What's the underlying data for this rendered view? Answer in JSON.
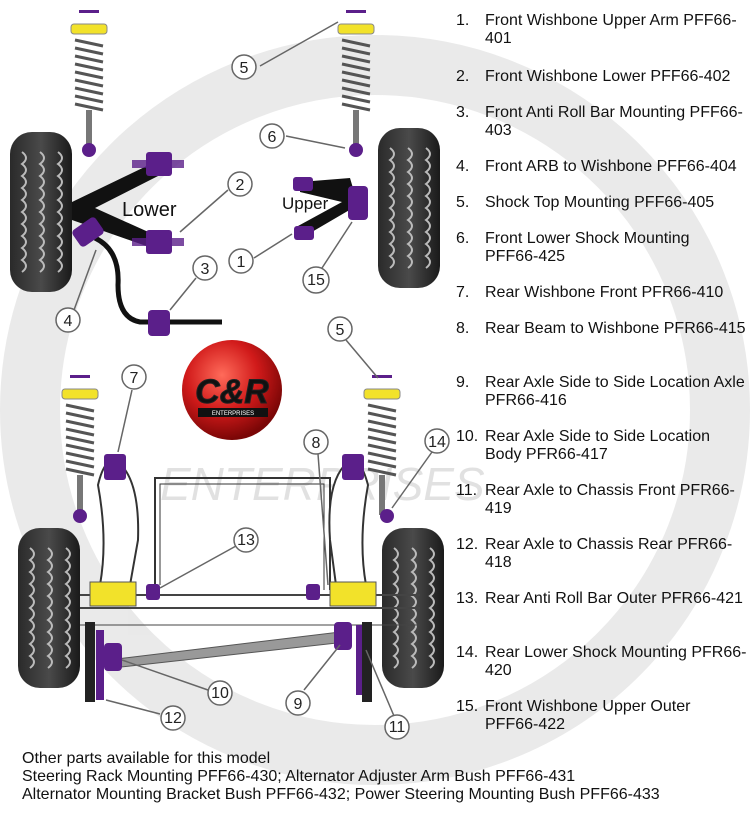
{
  "parts": [
    {
      "number": "1.",
      "text": "Front Wishbone Upper Arm PFF66-401"
    },
    {
      "number": "2.",
      "text": "Front Wishbone Lower PFF66-402"
    },
    {
      "number": "3.",
      "text": "Front Anti Roll Bar Mounting PFF66-403"
    },
    {
      "number": "4.",
      "text": "Front ARB to Wishbone PFF66-404"
    },
    {
      "number": "5.",
      "text": "Shock Top Mounting PFF66-405"
    },
    {
      "number": "6.",
      "text": "Front Lower Shock Mounting PFF66-425"
    },
    {
      "number": "7.",
      "text": "Rear Wishbone Front PFR66-410"
    },
    {
      "number": "8.",
      "text": "Rear Beam to Wishbone PFR66-415"
    },
    {
      "number": "9.",
      "text": "Rear Axle Side to Side Location Axle PFR66-416"
    },
    {
      "number": "10.",
      "text": "Rear Axle Side to Side Location Body PFR66-417"
    },
    {
      "number": "11.",
      "text": "Rear Axle to Chassis Front PFR66-419"
    },
    {
      "number": "12.",
      "text": "Rear Axle to Chassis Rear PFR66-418"
    },
    {
      "number": "13.",
      "text": "Rear Anti Roll Bar Outer PFR66-421"
    },
    {
      "number": "14.",
      "text": "Rear Lower Shock Mounting PFR66-420"
    },
    {
      "number": "15.",
      "text": "Front Wishbone Upper Outer PFF66-422"
    }
  ],
  "other_parts": {
    "heading": "Other parts available for this model",
    "line1": "Steering Rack Mounting PFF66-430;   Alternator Adjuster Arm Bush PFF66-431",
    "line2": "Alternator Mounting Bracket Bush PFF66-432;   Power Steering Mounting Bush PFF66-433"
  },
  "diagram_labels": {
    "lower": "Lower",
    "upper": "Upper",
    "logo_main": "C&R",
    "logo_sub": "ENTERPRISES",
    "watermark_text": "ENTERPRISES"
  },
  "callouts": [
    "5",
    "6",
    "2",
    "1",
    "3",
    "4",
    "15",
    "7",
    "5",
    "8",
    "14",
    "13",
    "10",
    "9",
    "12",
    "11"
  ],
  "colors": {
    "bush_purple": "#5b1f8a",
    "spring_yellow": "#f2e22a",
    "tyre_black": "#111111",
    "logo_red": "#d11a1a"
  }
}
